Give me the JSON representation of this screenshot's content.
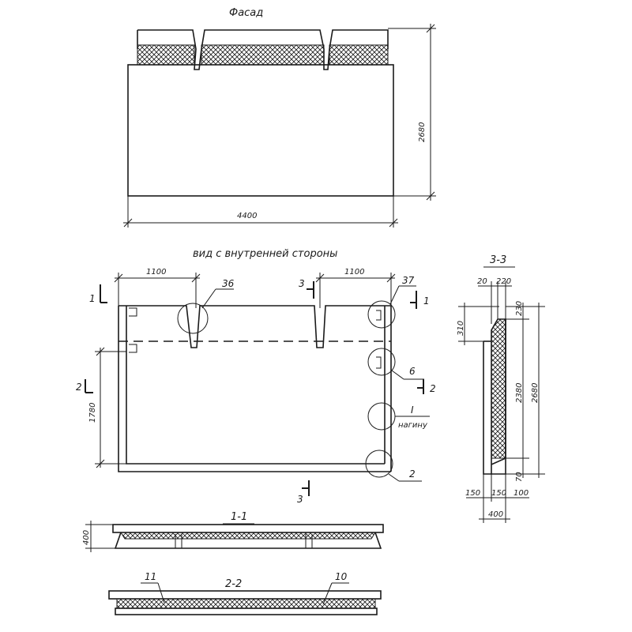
{
  "facade": {
    "title": "Фасад",
    "width": "4400",
    "height": "2680"
  },
  "inner_view": {
    "title": "вид с внутренней стороны",
    "dim_left_top": "1100",
    "dim_right_top": "1100",
    "dim_left_height": "1780",
    "callouts": {
      "c36": "36",
      "c37": "37",
      "c6": "6",
      "cI": "I",
      "cI_note": "нагину",
      "c2": "2"
    },
    "section_marks": {
      "s1_left": "1",
      "s1_right": "1",
      "s2_left": "2",
      "s2_right": "2",
      "s3_top": "3",
      "s3_bottom": "3"
    }
  },
  "section_3_3": {
    "title": "3-3",
    "dim_20": "20",
    "dim_220": "220",
    "dim_230": "230",
    "dim_310": "310",
    "dim_2380": "2380",
    "dim_2680": "2680",
    "dim_70": "70",
    "dim_150a": "150",
    "dim_150b": "150",
    "dim_100": "100",
    "dim_400": "400"
  },
  "section_1_1": {
    "title": "1-1",
    "dim_400": "400"
  },
  "section_2_2": {
    "title": "2-2",
    "mark_11": "11",
    "mark_10": "10"
  }
}
